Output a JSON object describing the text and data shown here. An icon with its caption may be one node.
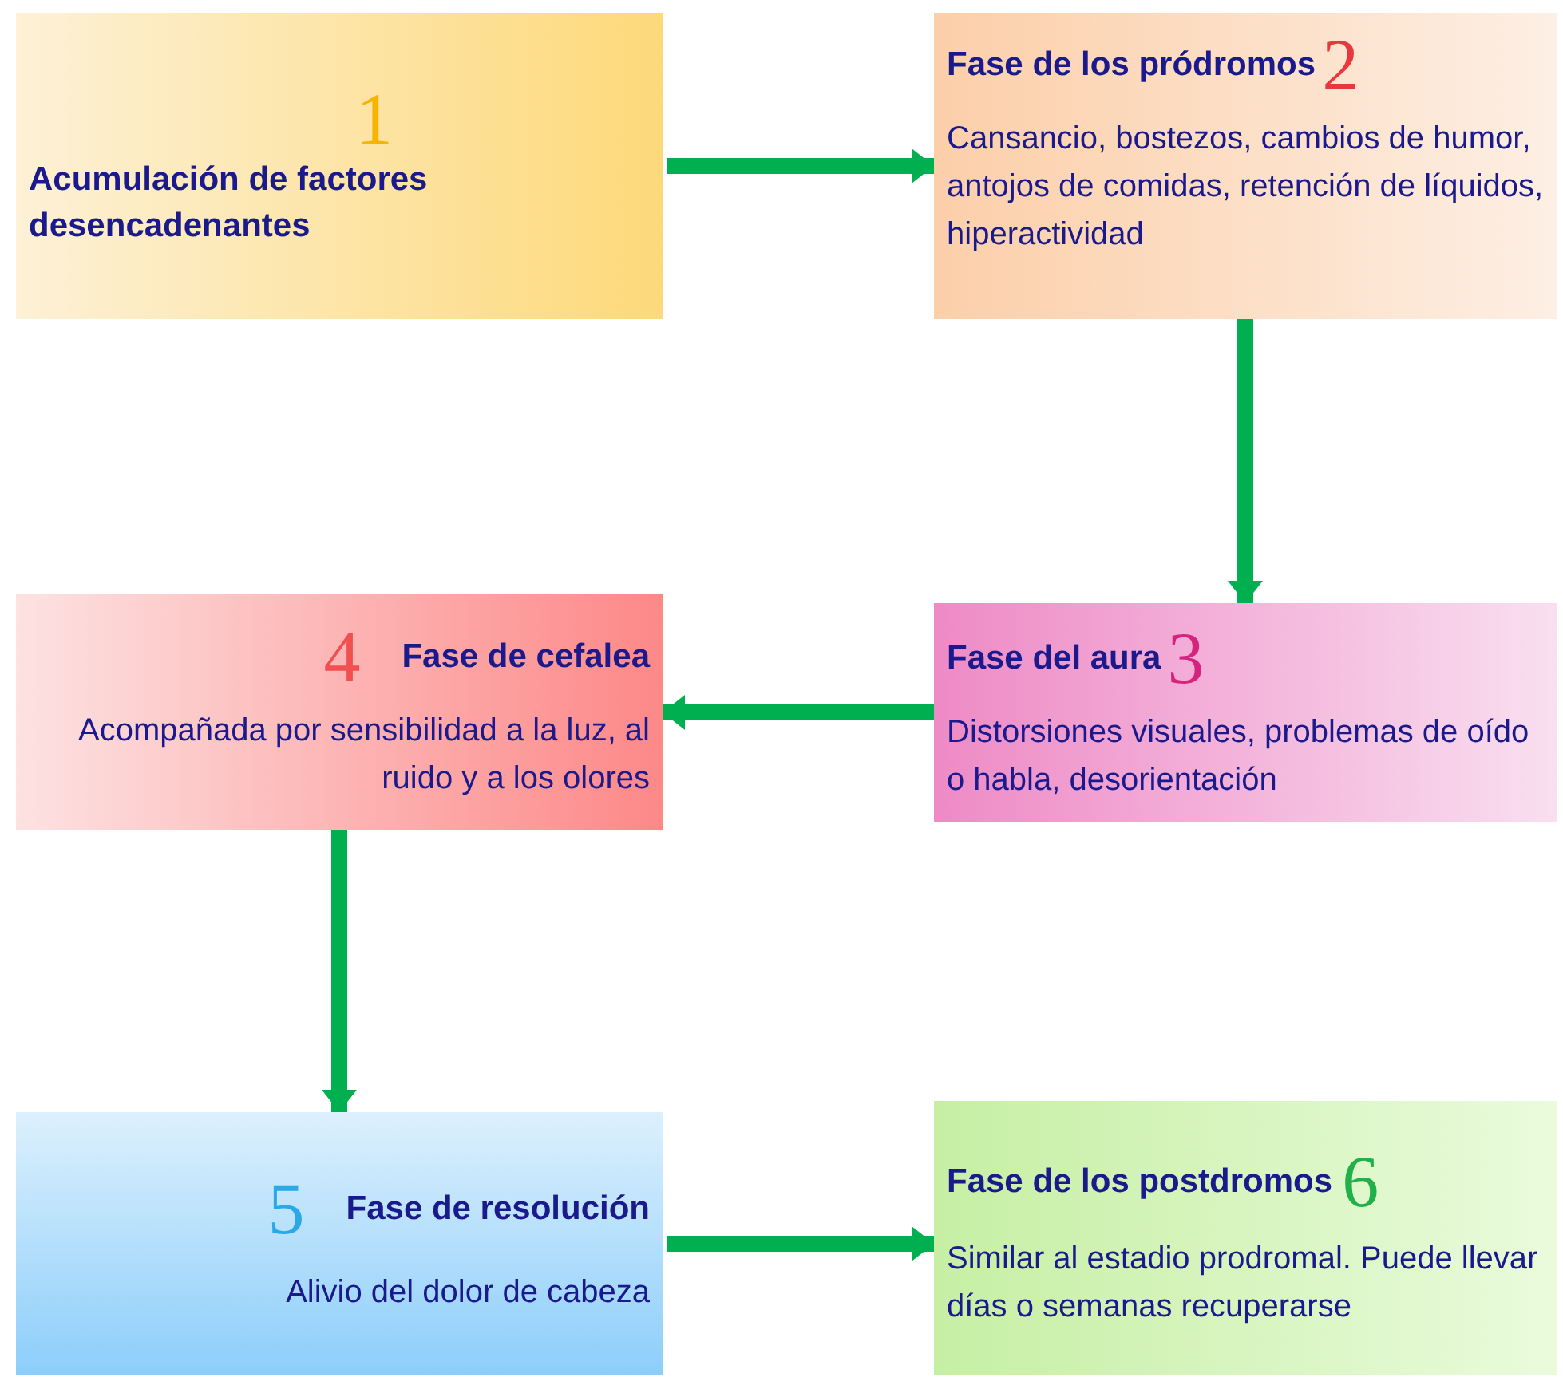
{
  "diagram": {
    "nodes": [
      {
        "text": [
          "1",
          "Acumulación de factores desencadenantes"
        ]
      },
      {
        "text": [
          "Fase de los pródromos",
          "2",
          "Cansancio, bostezos, cambios de humor, antojos de comidas, retención de líquidos, hiperactividad"
        ]
      },
      {
        "text": [
          "Fase del aura",
          "3",
          "Distorsiones visuales, problemas de oído o habla, desorientación"
        ]
      },
      {
        "text": [
          "4",
          "Fase de cefalea",
          "Acompañada por sensibilidad a la luz, al ruido y a los olores"
        ]
      },
      {
        "text": [
          "5",
          "Fase de resolución",
          "Alivio del dolor de cabeza"
        ]
      },
      {
        "text": [
          "Fase de los postdromos",
          "6",
          "Similar al estadio prodromal. Puede llevar días o semanas recuperarse"
        ]
      }
    ],
    "edges": [
      {
        "from": 0,
        "to": 1,
        "arrow": "to"
      },
      {
        "from": 1,
        "to": 2,
        "arrow": "to"
      },
      {
        "from": 2,
        "to": 3,
        "arrow": "to"
      },
      {
        "from": 3,
        "to": 4,
        "arrow": "to"
      },
      {
        "from": 4,
        "to": 5,
        "arrow": "to"
      }
    ]
  }
}
